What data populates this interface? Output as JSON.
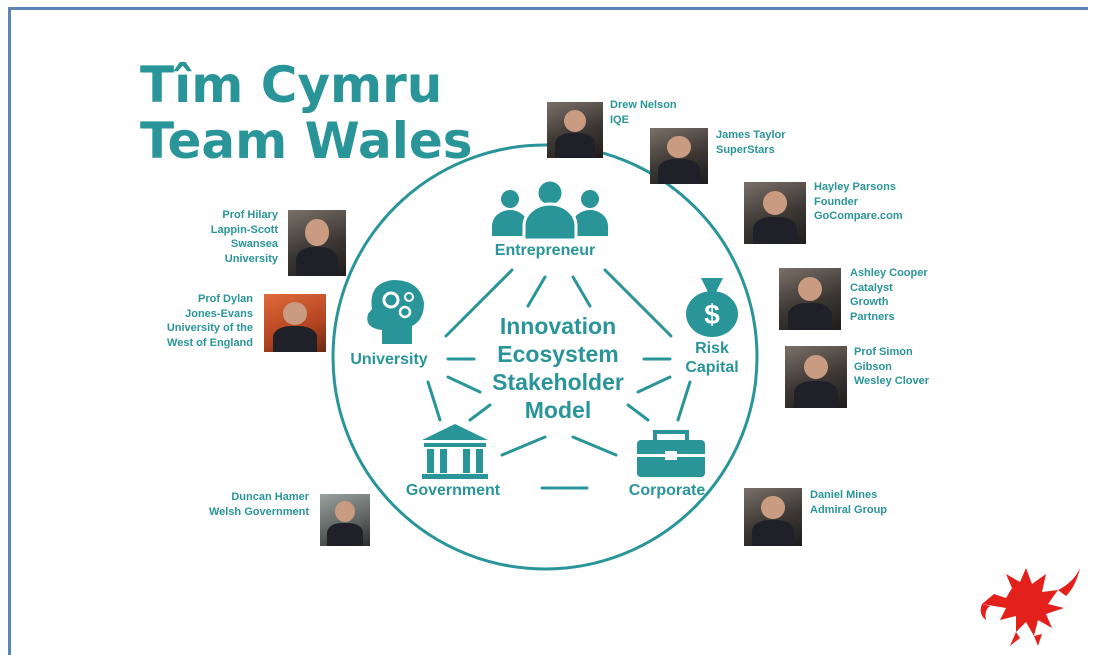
{
  "title": {
    "line1": "Tîm Cymru",
    "line2": "Team Wales"
  },
  "center": {
    "lines": [
      "Innovation",
      "Ecosystem",
      "Stakeholder",
      "Model"
    ]
  },
  "nodes": {
    "entrepreneur": "Entrepreneur",
    "university": "University",
    "risk_capital": [
      "Risk",
      "Capital"
    ],
    "government": "Government",
    "corporate": "Corporate"
  },
  "people": [
    {
      "key": "drew",
      "lines": [
        "Drew Nelson",
        "IQE"
      ]
    },
    {
      "key": "james",
      "lines": [
        "James Taylor",
        "SuperStars"
      ]
    },
    {
      "key": "hayley",
      "lines": [
        "Hayley Parsons",
        "Founder",
        "GoCompare.com"
      ]
    },
    {
      "key": "ashley",
      "lines": [
        "Ashley Cooper",
        "Catalyst",
        "Growth",
        "Partners"
      ]
    },
    {
      "key": "simon",
      "lines": [
        "Prof Simon",
        "Gibson",
        "Wesley Clover"
      ]
    },
    {
      "key": "daniel",
      "lines": [
        "Daniel Mines",
        "Admiral Group"
      ]
    },
    {
      "key": "hilary",
      "lines": [
        "Prof Hilary",
        "Lappin-Scott",
        "Swansea",
        "University"
      ]
    },
    {
      "key": "dylan",
      "lines": [
        "Prof Dylan",
        "Jones-Evans",
        "University of the",
        "West of England"
      ]
    },
    {
      "key": "duncan",
      "lines": [
        "Duncan Hamer",
        "Welsh Government"
      ]
    }
  ],
  "colors": {
    "teal": "#2a9599",
    "frame": "#5b83b4",
    "dragon_red": "#e3201b"
  },
  "icons": [
    "people-group-icon",
    "head-gears-icon",
    "money-bag-icon",
    "government-building-icon",
    "briefcase-icon",
    "welsh-dragon-icon"
  ]
}
